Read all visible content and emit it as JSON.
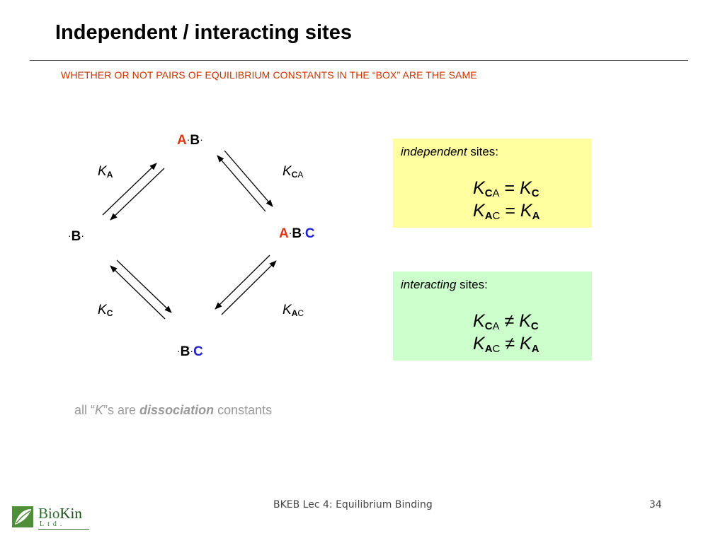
{
  "header": {
    "title": "Independent / interacting sites",
    "subtitle": "WHETHER OR NOT PAIRS OF EQUILIBRIUM CONSTANTS IN THE “BOX” ARE THE SAME"
  },
  "diagram": {
    "top": {
      "a": "A",
      "b": "B"
    },
    "left": {
      "b": "B"
    },
    "right": {
      "a": "A",
      "b": "B",
      "c": "C"
    },
    "bottom": {
      "b": "B",
      "c": "C"
    },
    "dot": "·",
    "k_letter": "K",
    "k_a": {
      "sub": "A"
    },
    "k_ca": {
      "sub_bold": "C",
      "sub_plain": "A"
    },
    "k_c": {
      "sub": "C"
    },
    "k_ac": {
      "sub_bold": "A",
      "sub_plain": "C"
    }
  },
  "independent_box": {
    "head_italic": "independent",
    "head_rest": " sites:",
    "eq1": {
      "lhs_bold": "C",
      "lhs_plain": "A",
      "op": "=",
      "rhs_bold": "C"
    },
    "eq2": {
      "lhs_bold": "A",
      "lhs_plain": "C",
      "op": "=",
      "rhs_bold": "A"
    },
    "color": "#ffffa0"
  },
  "interacting_box": {
    "head_italic": "interacting",
    "head_rest": " sites:",
    "eq1": {
      "lhs_bold": "C",
      "lhs_plain": "A",
      "op": "≠",
      "rhs_bold": "C"
    },
    "eq2": {
      "lhs_bold": "A",
      "lhs_plain": "C",
      "op": "≠",
      "rhs_bold": "A"
    },
    "color": "#ccffcc"
  },
  "note": {
    "pre": "all “",
    "k": "K",
    "mid": "”s are ",
    "bold": "dissociation",
    "post": " constants"
  },
  "footer": {
    "course": "BKEB Lec 4: Equilibrium Binding",
    "page": "34",
    "logo_bio": "Bio",
    "logo_kin": "Kin",
    "logo_ltd": "Ltd."
  },
  "colors": {
    "red": "#e23410",
    "blue": "#2222cc",
    "subtitle": "#cc3300"
  }
}
